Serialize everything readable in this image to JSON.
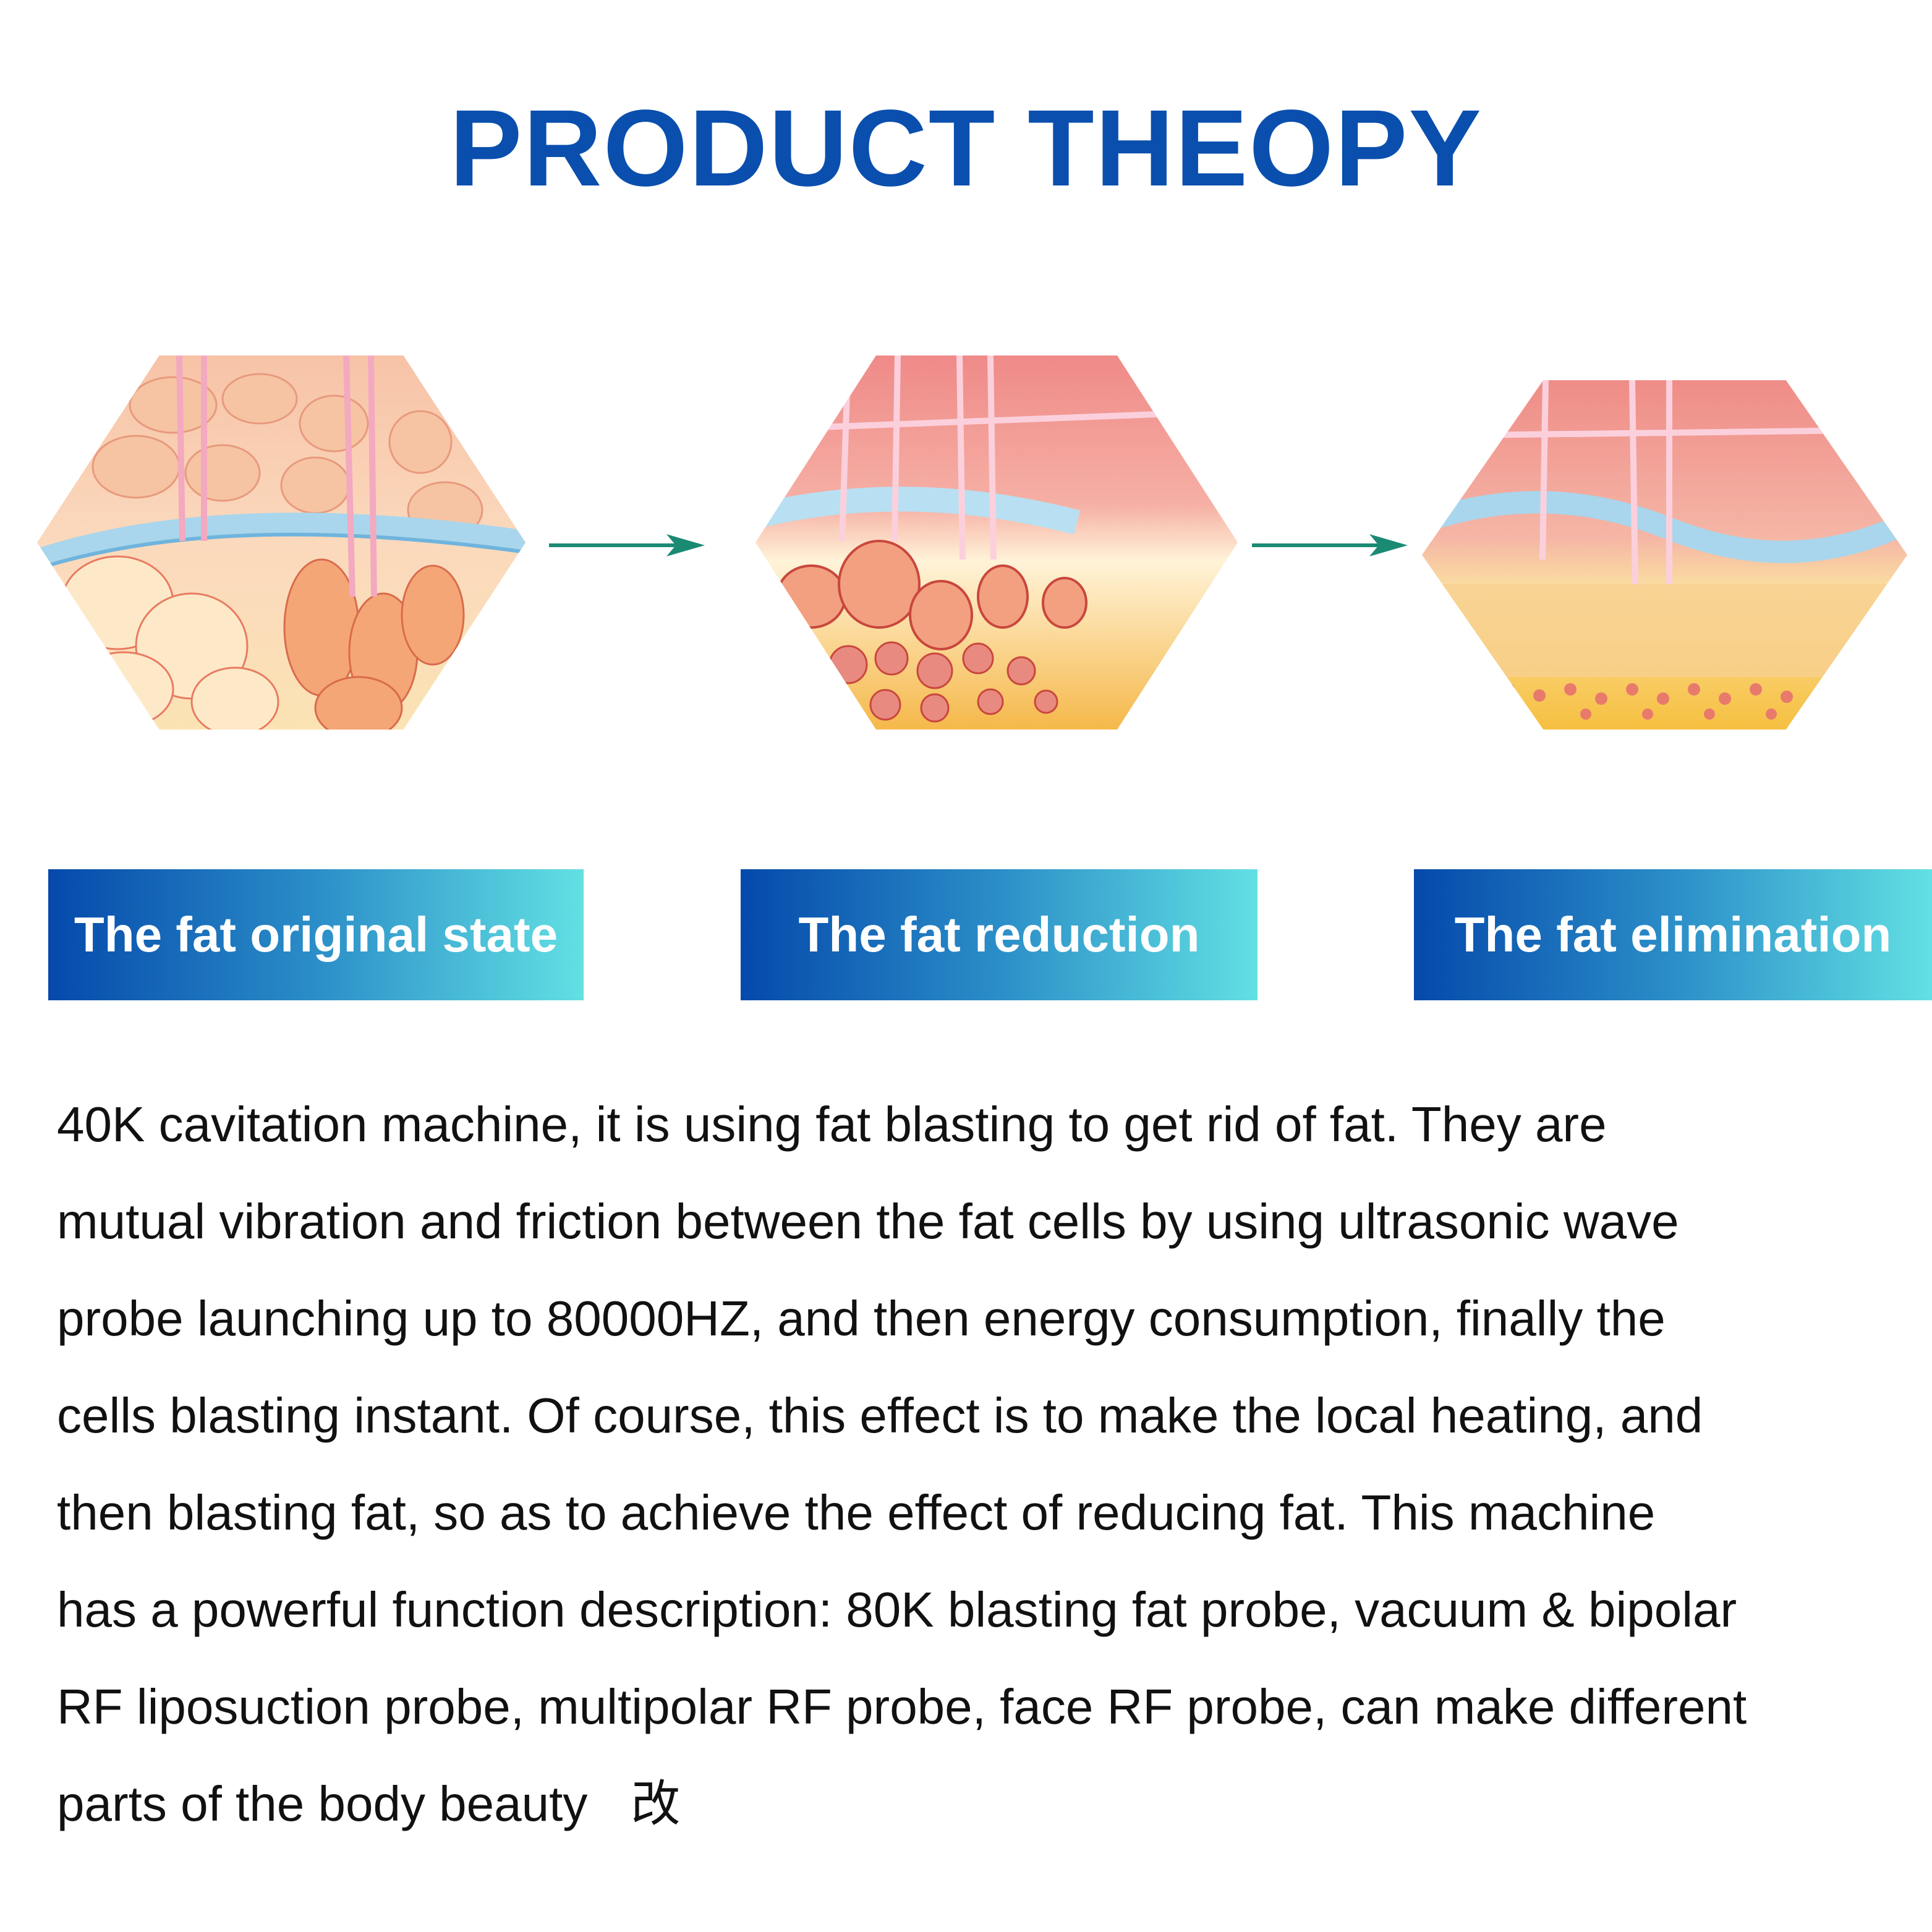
{
  "header": {
    "title": "PRODUCT THEOPY"
  },
  "stages": [
    {
      "label": "The fat original state",
      "illustration": "fat-cells-original-hexagon"
    },
    {
      "label": "The fat reduction",
      "illustration": "fat-cells-reduction-hexagon"
    },
    {
      "label": "The fat elimination",
      "illustration": "fat-cells-elimination-hexagon"
    }
  ],
  "arrows": [
    {
      "icon": "arrow-right-icon",
      "color": "#1a8a73"
    },
    {
      "icon": "arrow-right-icon",
      "color": "#1a8a73"
    }
  ],
  "colors": {
    "title": "#0a4fae",
    "label_gradient_start": "#0549ab",
    "label_gradient_end": "#62e0e3",
    "arrow": "#1a8a73",
    "body_text": "#111111"
  },
  "description": {
    "lines": [
      "40K cavitation machine, it is using fat blasting to get rid of fat. They are",
      "mutual vibration and friction between the fat cells by using ultrasonic wave",
      "probe launching up to 80000HZ, and then energy consumption, finally the",
      "cells blasting instant. Of course, this effect is to make the local heating, and",
      "then blasting fat, so as to achieve the effect of reducing fat. This machine",
      "has a powerful function description: 80K blasting fat probe, vacuum & bipolar",
      "RF liposuction probe, multipolar RF probe, face RF probe, can make different",
      "parts of the body beauty"
    ],
    "trailing_char": "改"
  }
}
